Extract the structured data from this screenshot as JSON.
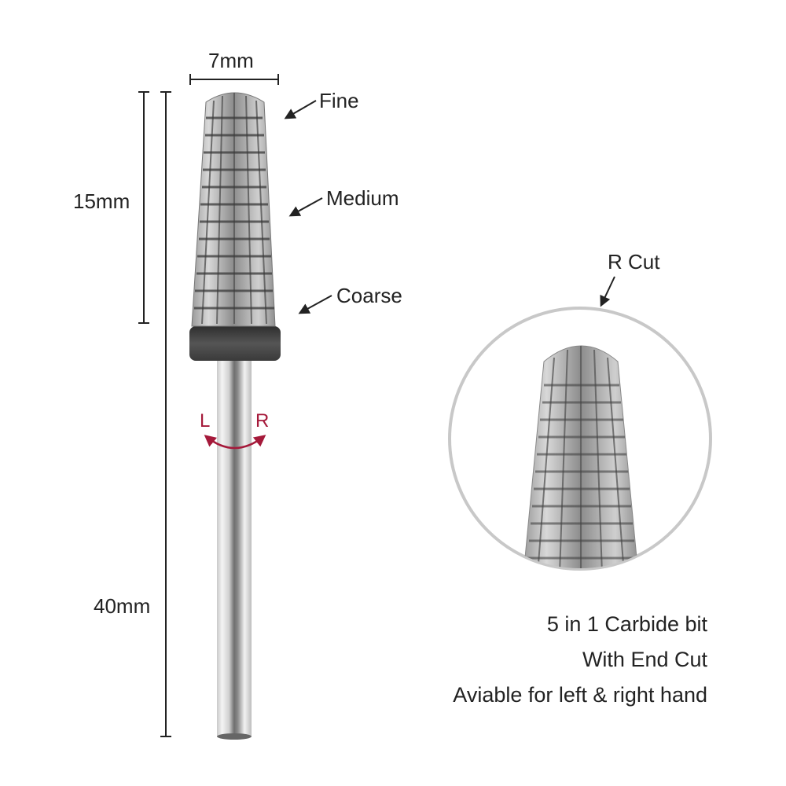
{
  "dimensions": {
    "width_label": "7mm",
    "head_length_label": "15mm",
    "total_length_label": "40mm"
  },
  "grit_labels": {
    "fine": "Fine",
    "medium": "Medium",
    "coarse": "Coarse"
  },
  "rotation": {
    "left": "L",
    "right": "R",
    "color": "#a5193a"
  },
  "detail": {
    "label": "R Cut",
    "circle_color": "#c8c8c8"
  },
  "description": {
    "line1": "5 in 1 Carbide bit",
    "line2": "With End Cut",
    "line3": "Aviable for left & right hand"
  }
}
